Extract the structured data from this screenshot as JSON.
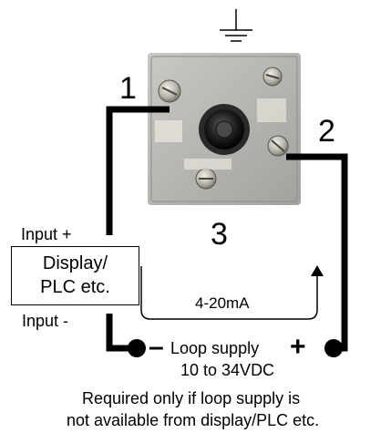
{
  "terminals": {
    "t1": "1",
    "t2": "2",
    "t3": "3"
  },
  "display_box": {
    "line1": "Display/",
    "line2": "PLC etc."
  },
  "input_plus": "Input +",
  "input_minus": "Input -",
  "current_label": "4-20mA",
  "loop_supply": {
    "minus_sign": "–",
    "label": "Loop supply",
    "plus_sign": "+",
    "voltage": "10 to 34VDC"
  },
  "note": {
    "line1": "Required only if  loop supply is",
    "line2": "not available from display/PLC etc."
  },
  "icons": [
    "ground-icon"
  ],
  "colors": {
    "wire": "#000000",
    "housing": "#b8b7b2",
    "background": "#ffffff"
  }
}
